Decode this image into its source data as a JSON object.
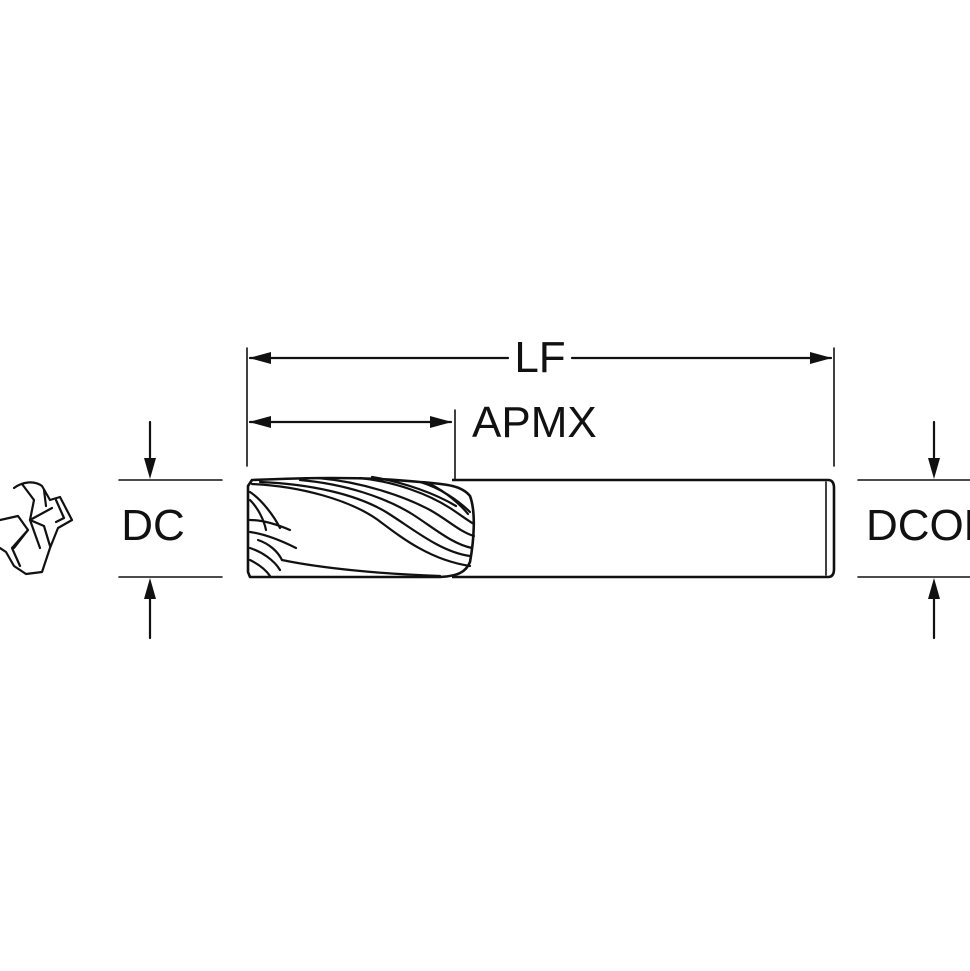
{
  "labels": {
    "lf": "LF",
    "apmx": "APMX",
    "dc": "DC",
    "dcon": "DCON"
  },
  "colors": {
    "line": "#111111",
    "background": "#ffffff"
  }
}
